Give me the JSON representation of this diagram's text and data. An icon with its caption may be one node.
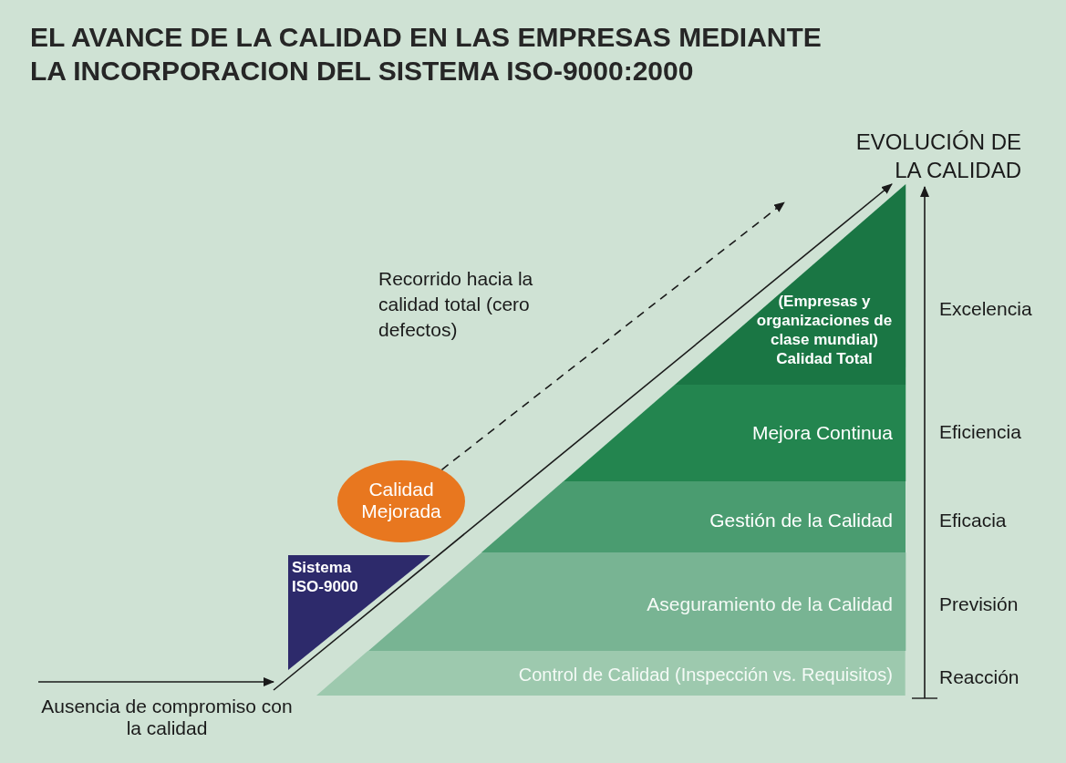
{
  "diagram": {
    "title": "EL AVANCE DE LA CALIDAD EN LAS EMPRESAS MEDIANTE LA INCORPORACION DEL SISTEMA ISO-9000:2000",
    "nodes": [
      {
        "text": [
          "EVOLUCIÓN DE LA CALIDAD"
        ]
      },
      {
        "text": [
          "(Empresas y organizaciones de clase mundial) Calidad Total"
        ]
      },
      {
        "text": [
          "Mejora Continua"
        ]
      },
      {
        "text": [
          "Calidad Mejorada"
        ]
      },
      {
        "text": [
          "Gestión de la Calidad"
        ]
      },
      {
        "text": [
          "Sistema ISO-9000"
        ]
      },
      {
        "text": [
          "Aseguramiento de la Calidad"
        ]
      },
      {
        "text": [
          "Control de Calidad (Inspección vs. Requisitos)"
        ]
      },
      {
        "text": [
          "Ausencia de compromiso con la calidad"
        ]
      }
    ],
    "edges": [
      {
        "from": 3,
        "to": null,
        "arrow": "to",
        "style": "dashed",
        "label": "Recorrido hacia la calidad total (cero defectos)"
      },
      {
        "from": 8,
        "to": 0,
        "arrow": "to"
      }
    ],
    "labels": [
      "Excelencia",
      "Eficiencia",
      "Eficacia",
      "Previsión",
      "Reacción"
    ]
  }
}
